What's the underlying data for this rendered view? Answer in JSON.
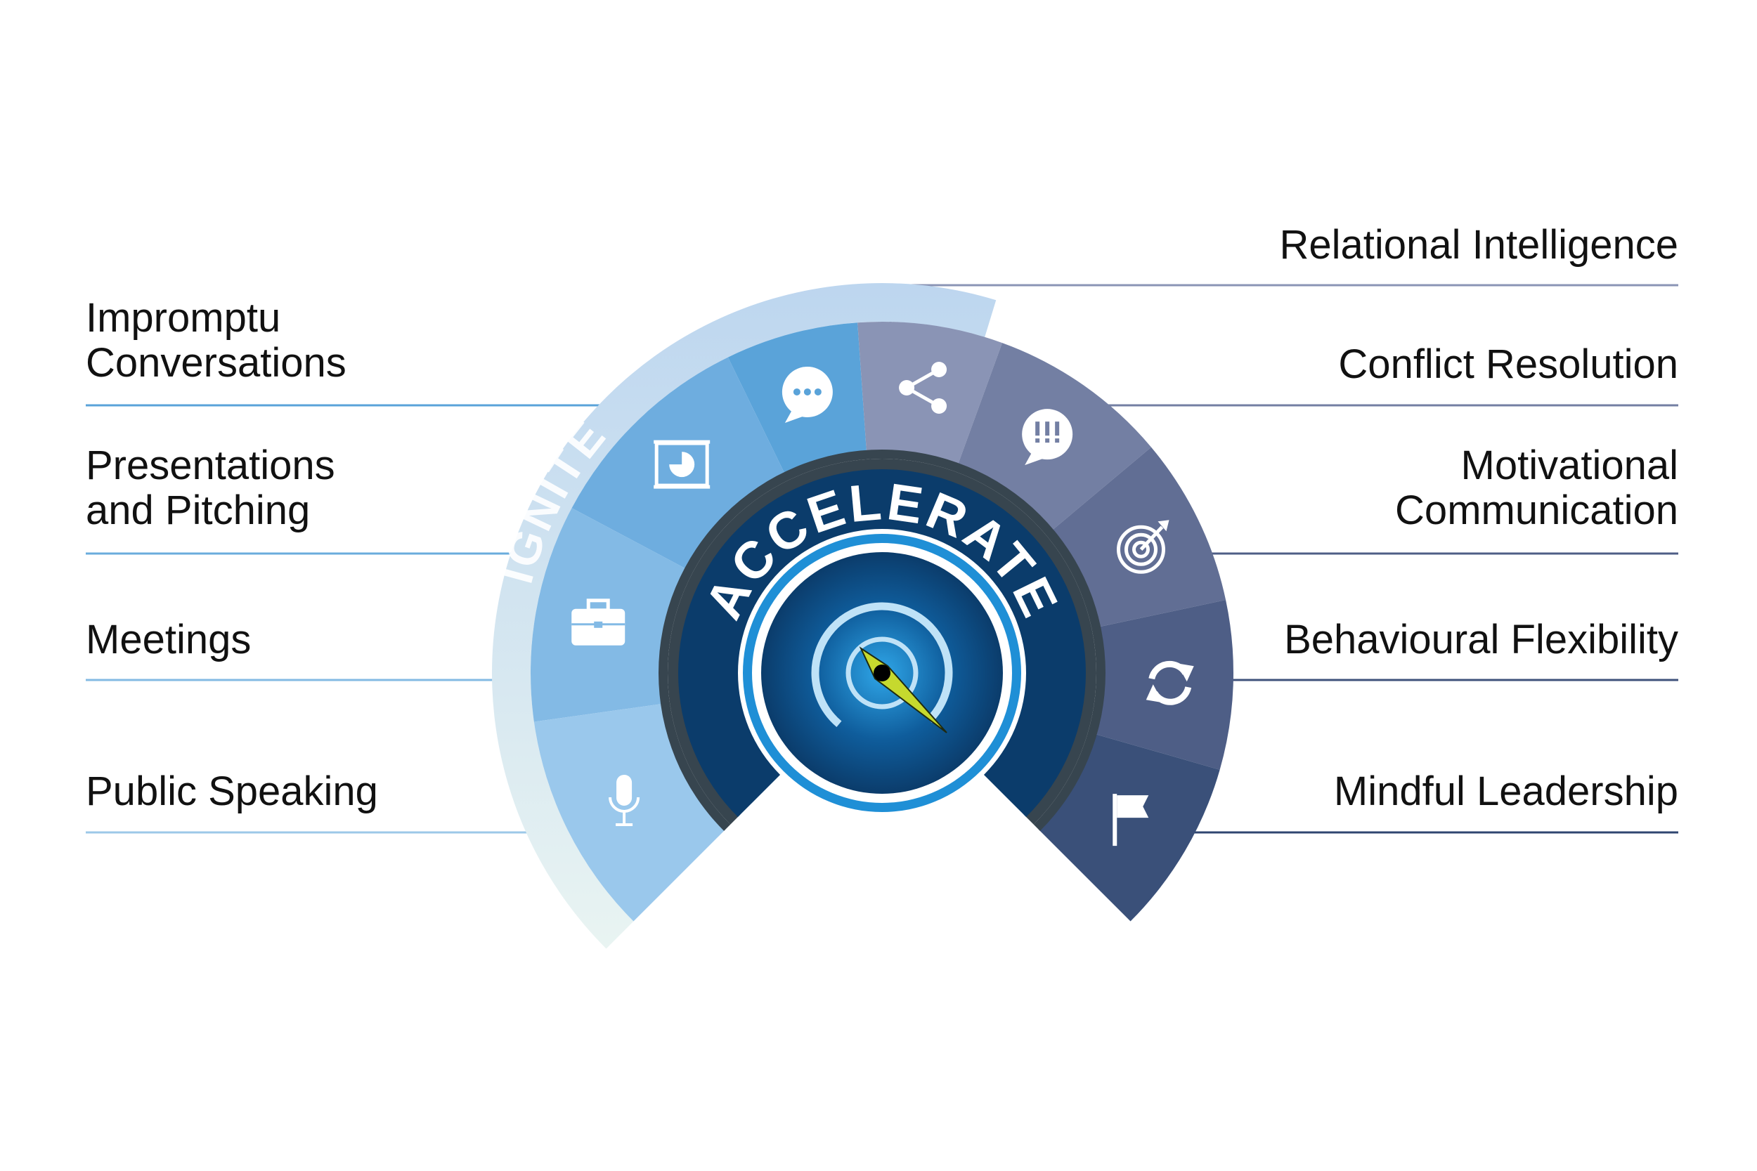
{
  "outer_band": {
    "label": "IGNITE"
  },
  "center_band": {
    "label": "ACCELERATE"
  },
  "left_items": [
    {
      "lines": [
        "Impromptu",
        "Conversations"
      ],
      "icon": "speech-bubble-dots-icon"
    },
    {
      "lines": [
        "Presentations",
        "and Pitching"
      ],
      "icon": "presentation-screen-icon"
    },
    {
      "lines": [
        "Meetings"
      ],
      "icon": "briefcase-icon"
    },
    {
      "lines": [
        "Public Speaking"
      ],
      "icon": "microphone-icon"
    }
  ],
  "right_items": [
    {
      "lines": [
        "Relational Intelligence"
      ],
      "icon": "share-icon"
    },
    {
      "lines": [
        "Conflict Resolution"
      ],
      "icon": "speech-bubble-exclamation-icon"
    },
    {
      "lines": [
        "Motivational",
        "Communication"
      ],
      "icon": "target-icon"
    },
    {
      "lines": [
        "Behavioural Flexibility"
      ],
      "icon": "refresh-icon"
    },
    {
      "lines": [
        "Mindful Leadership"
      ],
      "icon": "flag-icon"
    }
  ],
  "colors": {
    "ignite_band_top": "#bdd6ef",
    "ignite_band_bottom": "#e9f4f2",
    "left_segments": [
      "#5aa3d9",
      "#6eaddf",
      "#83bae5",
      "#9ac8ec"
    ],
    "right_segments": [
      "#8a94b5",
      "#737fa3",
      "#616e94",
      "#4e5e86",
      "#3a5079"
    ],
    "dark_ring": "#37454f",
    "dial_navy": "#0b3c6b",
    "dial_accent": "#1f8fd6",
    "needle": "#c6d92e",
    "text": "#111111",
    "left_rule": "#5aa3d9",
    "right_rule": "#4e5e86"
  }
}
